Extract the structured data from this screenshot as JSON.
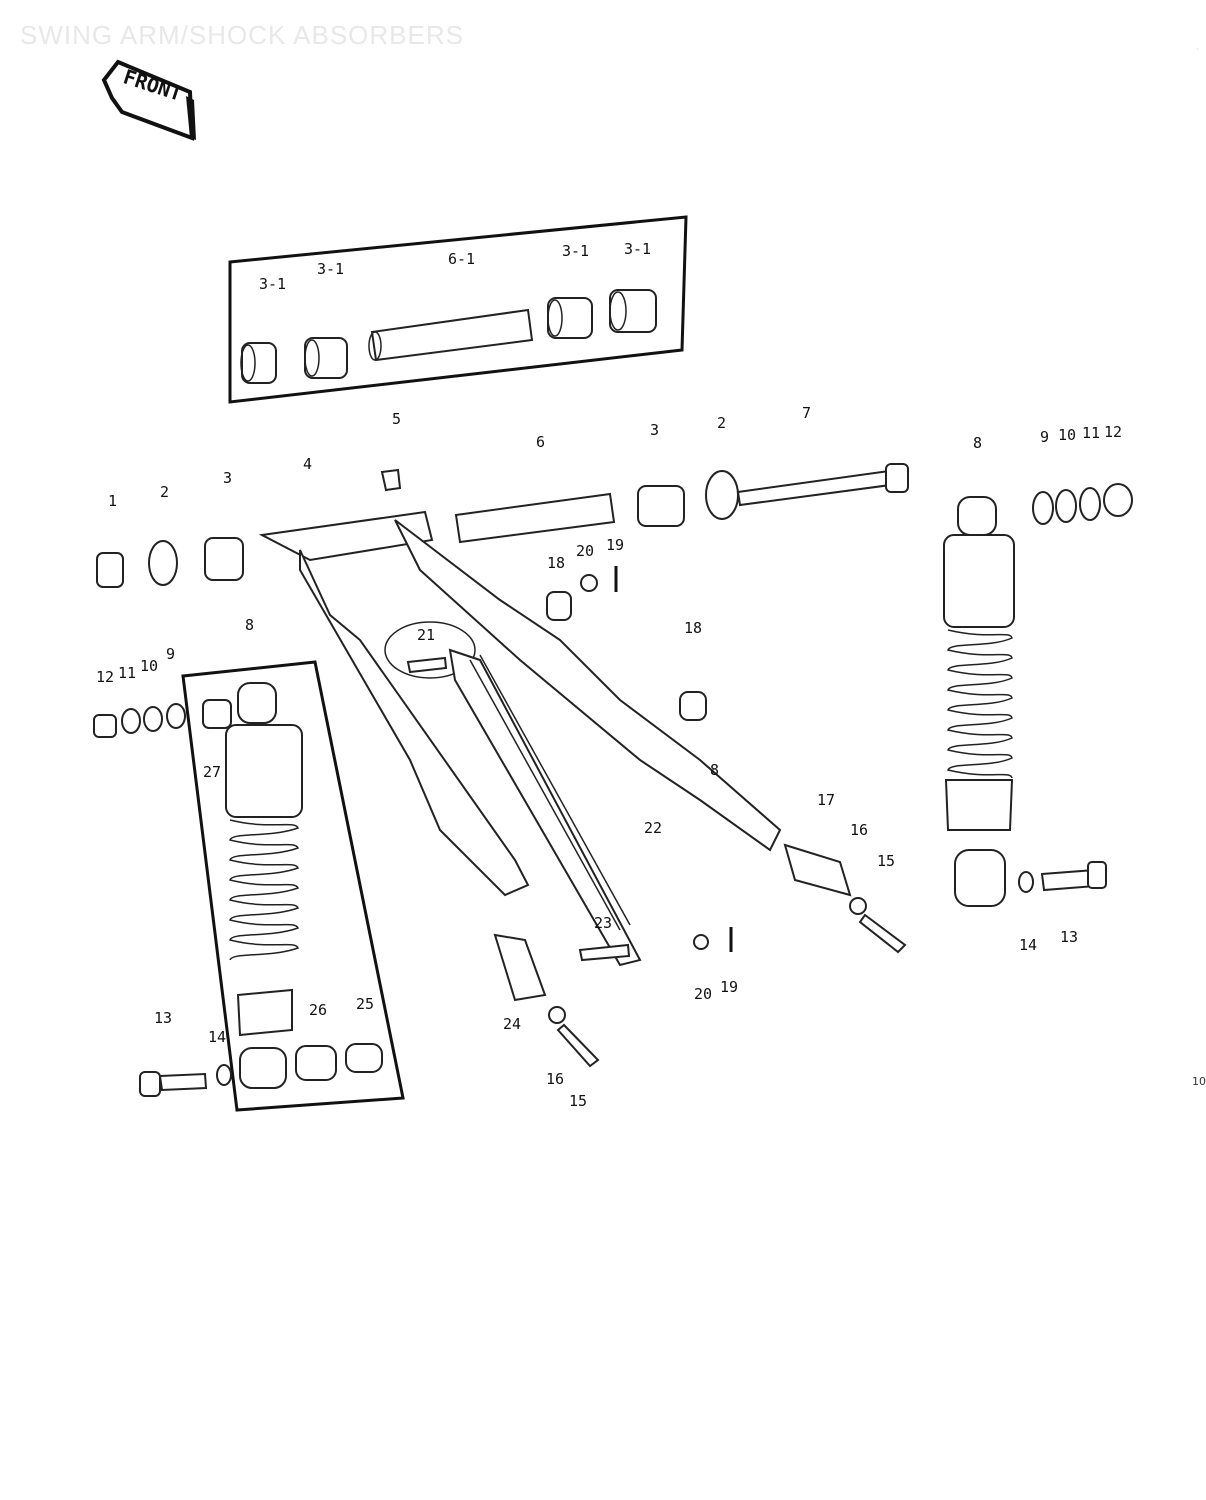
{
  "title": "SWING ARM/SHOCK ABSORBERS",
  "front_tag": "FRONT",
  "corner_mark": "·",
  "page_number": "10",
  "callouts": [
    {
      "text": "3-1"
    },
    {
      "text": "3-1"
    },
    {
      "text": "6-1"
    },
    {
      "text": "3-1"
    },
    {
      "text": "3-1"
    },
    {
      "text": "5"
    },
    {
      "text": "6"
    },
    {
      "text": "3"
    },
    {
      "text": "2"
    },
    {
      "text": "7"
    },
    {
      "text": "8"
    },
    {
      "text": "9"
    },
    {
      "text": "10"
    },
    {
      "text": "11"
    },
    {
      "text": "12"
    },
    {
      "text": "1"
    },
    {
      "text": "2"
    },
    {
      "text": "3"
    },
    {
      "text": "4"
    },
    {
      "text": "18"
    },
    {
      "text": "20"
    },
    {
      "text": "19"
    },
    {
      "text": "21"
    },
    {
      "text": "18"
    },
    {
      "text": "8"
    },
    {
      "text": "12"
    },
    {
      "text": "11"
    },
    {
      "text": "10"
    },
    {
      "text": "9"
    },
    {
      "text": "27"
    },
    {
      "text": "8"
    },
    {
      "text": "17"
    },
    {
      "text": "16"
    },
    {
      "text": "15"
    },
    {
      "text": "22"
    },
    {
      "text": "14"
    },
    {
      "text": "13"
    },
    {
      "text": "23"
    },
    {
      "text": "20"
    },
    {
      "text": "19"
    },
    {
      "text": "24"
    },
    {
      "text": "16"
    },
    {
      "text": "15"
    },
    {
      "text": "13"
    },
    {
      "text": "14"
    },
    {
      "text": "26"
    },
    {
      "text": "25"
    }
  ]
}
